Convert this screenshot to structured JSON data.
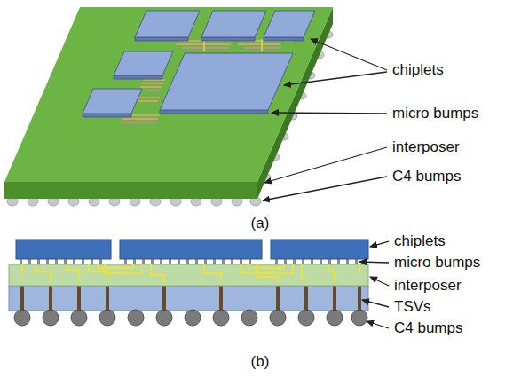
{
  "diagram": {
    "labels": [
      "chiplets",
      "micro bumps",
      "interposer",
      "C4 bumps",
      "(a)",
      "chiplets",
      "micro bumps",
      "interposer",
      "TSVs",
      "C4 bumps",
      "(b)"
    ]
  }
}
